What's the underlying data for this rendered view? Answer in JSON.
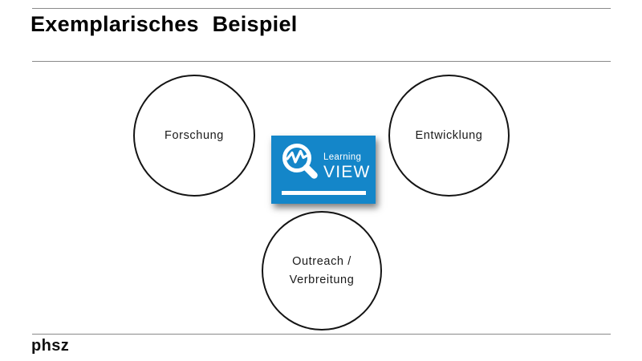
{
  "slide": {
    "title": "Exemplarisches Beispiel",
    "background_color": "#ffffff",
    "divider_color": "#8a8a8a"
  },
  "diagram": {
    "circles": [
      {
        "label": "Forschung"
      },
      {
        "label": "Entwicklung"
      },
      {
        "label_line1": "Outreach /",
        "label_line2": "Verbreitung"
      }
    ],
    "logo": {
      "line1": "Learning",
      "line2": "VIEW",
      "icon": "magnifier-chart-icon",
      "background_color": "#1486c9",
      "text_color": "#ffffff"
    }
  },
  "footer": {
    "brand": "phsz"
  }
}
